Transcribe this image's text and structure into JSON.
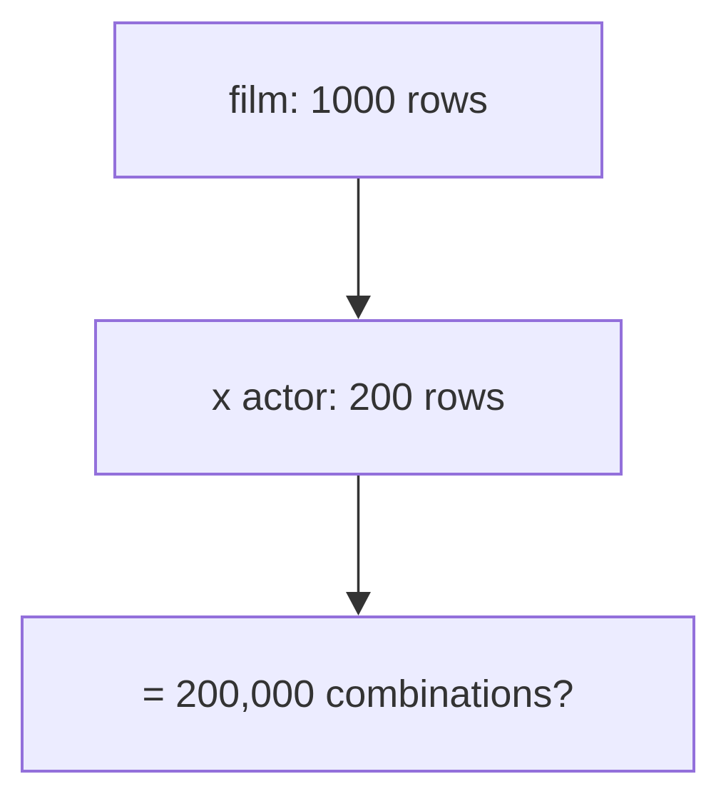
{
  "diagram": {
    "type": "flowchart",
    "direction": "top-down",
    "nodes": [
      {
        "id": "film",
        "label": "film: 1000 rows"
      },
      {
        "id": "actor",
        "label": "x actor: 200 rows"
      },
      {
        "id": "combinations",
        "label": "= 200,000 combinations?"
      }
    ],
    "edges": [
      {
        "from": "film",
        "to": "actor"
      },
      {
        "from": "actor",
        "to": "combinations"
      }
    ],
    "colors": {
      "node_fill": "#ECECFF",
      "node_border": "#9370DB",
      "text": "#333333",
      "arrow": "#333333",
      "background": "#FFFFFF"
    }
  }
}
